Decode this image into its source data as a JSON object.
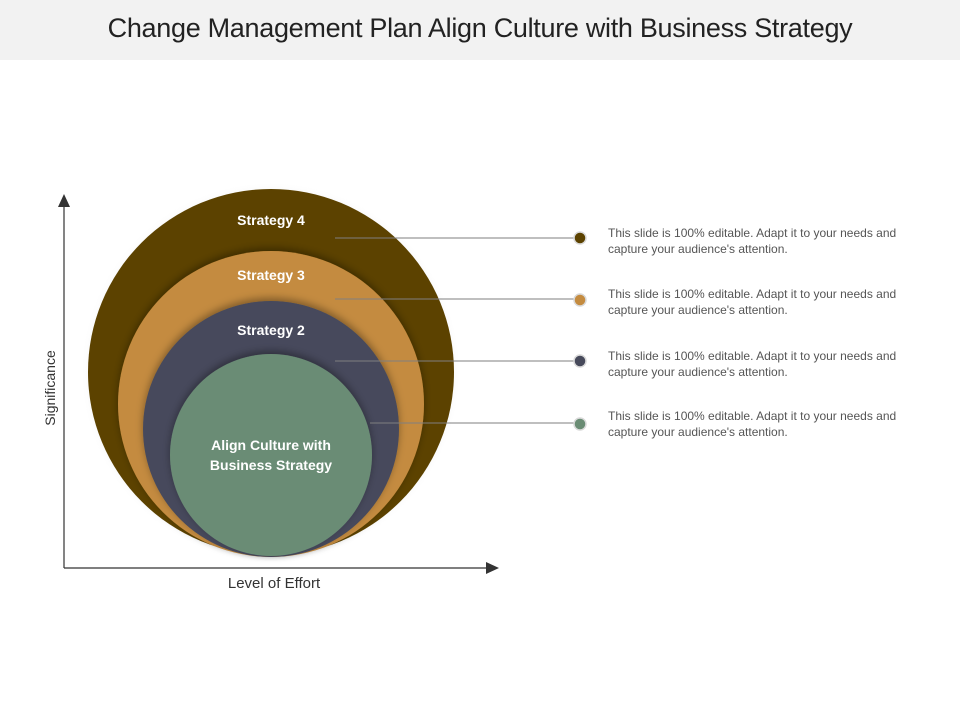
{
  "header": {
    "title": "Change Management Plan Align Culture with Business Strategy"
  },
  "axes": {
    "y_label": "Significance",
    "x_label": "Level of Effort"
  },
  "rings": [
    {
      "label": "Strategy 4",
      "color": "#5c4200"
    },
    {
      "label": "Strategy 3",
      "color": "#c48b3f"
    },
    {
      "label": "Strategy 2",
      "color": "#474a5b"
    },
    {
      "label": "Align Culture with Business Strategy",
      "color": "#6a8c74"
    }
  ],
  "descriptions": [
    {
      "text": "This slide is 100% editable. Adapt it to your needs and capture your audience's attention.",
      "dot_color": "#5c4200"
    },
    {
      "text": "This slide is 100% editable. Adapt it to your needs and capture your audience's attention.",
      "dot_color": "#c48b3f"
    },
    {
      "text": "This slide is 100% editable. Adapt it to your needs and capture your audience's attention.",
      "dot_color": "#474a5b"
    },
    {
      "text": "This slide is 100% editable. Adapt it to your needs and capture your audience's attention.",
      "dot_color": "#6a8c74"
    }
  ]
}
